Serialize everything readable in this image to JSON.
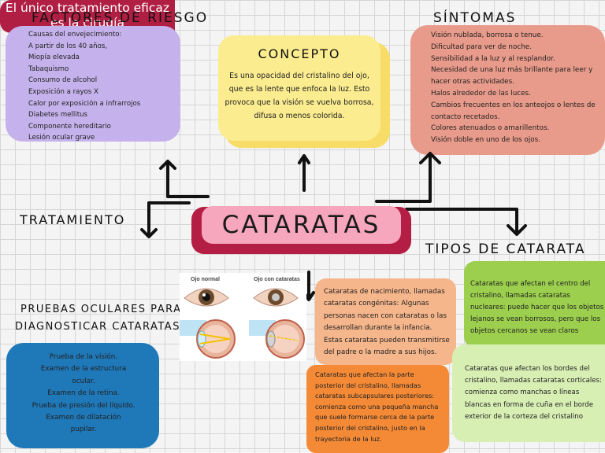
{
  "factores": {
    "heading": "FACTORES DE RIESGO",
    "items": [
      "Causas del envejecimiento:",
      "A partir de los 40 años,",
      "Miopía elevada",
      "Tabaquismo",
      "Consumo de alcohol",
      "Exposición a rayos X",
      "Calor por exposición a infrarrojos",
      "Diabetes mellitus",
      "Componente hereditario",
      "Lesión ocular grave"
    ]
  },
  "concepto": {
    "heading": "CONCEPTO",
    "text": "Es una opacidad del cristalino del ojo, que es la lente que enfoca la luz. Esto provoca que la visión se vuelva borrosa, difusa o menos colorida."
  },
  "sintomas": {
    "heading": "SÍNTOMAS",
    "items": [
      "Visión nublada, borrosa o tenue.",
      "Dificultad para ver de noche.",
      "Sensibilidad a la luz y al resplandor.",
      "Necesidad de una luz más brillante para leer y hacer otras actividades.",
      "Halos alrededor de las luces.",
      "Cambios frecuentes en los anteojos o lentes de contacto recetados.",
      "Colores atenuados o amarillentos.",
      "Visión doble en uno de los ojos."
    ]
  },
  "title": "CATARATAS",
  "tratamiento": {
    "heading": "TRATAMIENTO",
    "text": "El único tratamiento eficaz es la cirugía"
  },
  "pruebas": {
    "heading_line1": "PRUEBAS OCULARES PARA",
    "heading_line2": "DIAGNOSTICAR CATARATAS",
    "items": [
      "Prueba de la visión.",
      "Examen de la estructura",
      "ocular.",
      "Examen de la retina.",
      "Prueba de presión del líquido.",
      "Examen de dilatación",
      "pupilar."
    ]
  },
  "illustration": {
    "label_normal": "Ojo normal",
    "label_cataract": "Ojo con cataratas"
  },
  "tipos": {
    "heading": "TIPOS DE CATARATA",
    "nacimiento": "Cataratas de nacimiento, llamadas cataratas congénitas: Algunas personas nacen con cataratas o las desarrollan durante la infancia. Estas cataratas pueden transmitirse del padre o la madre a sus hijos.",
    "cortical_posterior": "Cataratas que afectan la parte posterior del cristalino, llamadas cataratas subcapsulares posteriores: comienza como una pequeña mancha que suele formarse cerca de la parte posterior del cristalino, justo en la trayectoria de la luz.",
    "nucleares": "Cataratas que afectan el centro del cristalino, llamadas cataratas nucleares: puede hacer que los objetos lejanos se vean borrosos, pero que los objetos cercanos se vean claros",
    "corticales": "Cataratas que afectan los bordes del cristalino, llamadas cataratas corticales: comienza como manchas o líneas blancas en forma de cuña en el borde exterior de la corteza del cristalino"
  },
  "colors": {
    "factores": "#c5b2ec",
    "concepto": "#fbec8f",
    "sintomas": "#e99b8b",
    "title_back": "#b41e44",
    "title_front": "#f6a6bd",
    "pruebas": "#1f78b8",
    "nacimiento": "#f6b68c",
    "cortical_posterior": "#f48a36",
    "nucleares": "#9ccf4d",
    "corticales": "#d8efb4"
  }
}
